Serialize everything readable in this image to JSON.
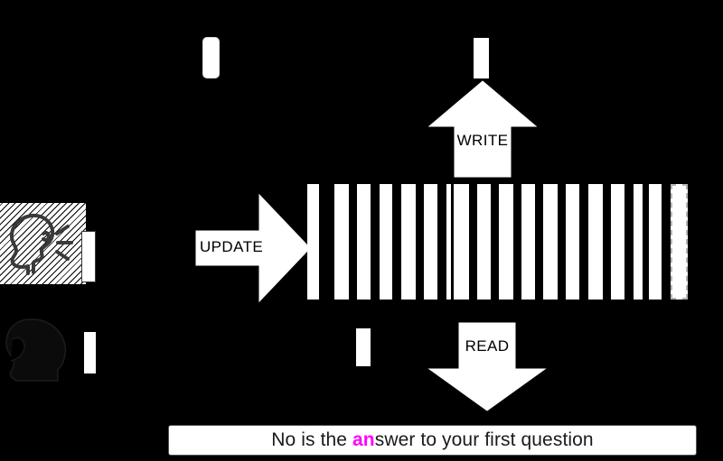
{
  "diagram": {
    "background_color": "#000000",
    "title_text_color": "#000000",
    "arrows": [
      {
        "name": "update",
        "label": "UPDATE",
        "direction": "right"
      },
      {
        "name": "write",
        "label": "WRITE",
        "direction": "up"
      },
      {
        "name": "read",
        "label": "READ",
        "direction": "down"
      }
    ],
    "actors": [
      {
        "name": "speaker",
        "icon": "speaking-head-icon",
        "highlighted": true
      },
      {
        "name": "listener",
        "icon": "listening-head-icon",
        "highlighted": false
      }
    ],
    "memory_tape": {
      "label": "memory-tape",
      "bar_count": 18,
      "bar_color": "#ffffff",
      "last_bar_style": "dashed",
      "dash_color": "#b4b4b4"
    },
    "tokens": [
      {
        "name": "token-top-left",
        "style": "rounded"
      },
      {
        "name": "token-write-in",
        "style": "plain"
      },
      {
        "name": "token-read-out",
        "style": "plain"
      },
      {
        "name": "token-speaker",
        "style": "outlined"
      },
      {
        "name": "token-listener",
        "style": "plain"
      }
    ],
    "caption": {
      "full_text": "No is the answer to your first question",
      "prefix": "No is the ",
      "highlight": "an",
      "suffix": "swer to your first question",
      "highlight_color": "#ff00ff"
    }
  }
}
